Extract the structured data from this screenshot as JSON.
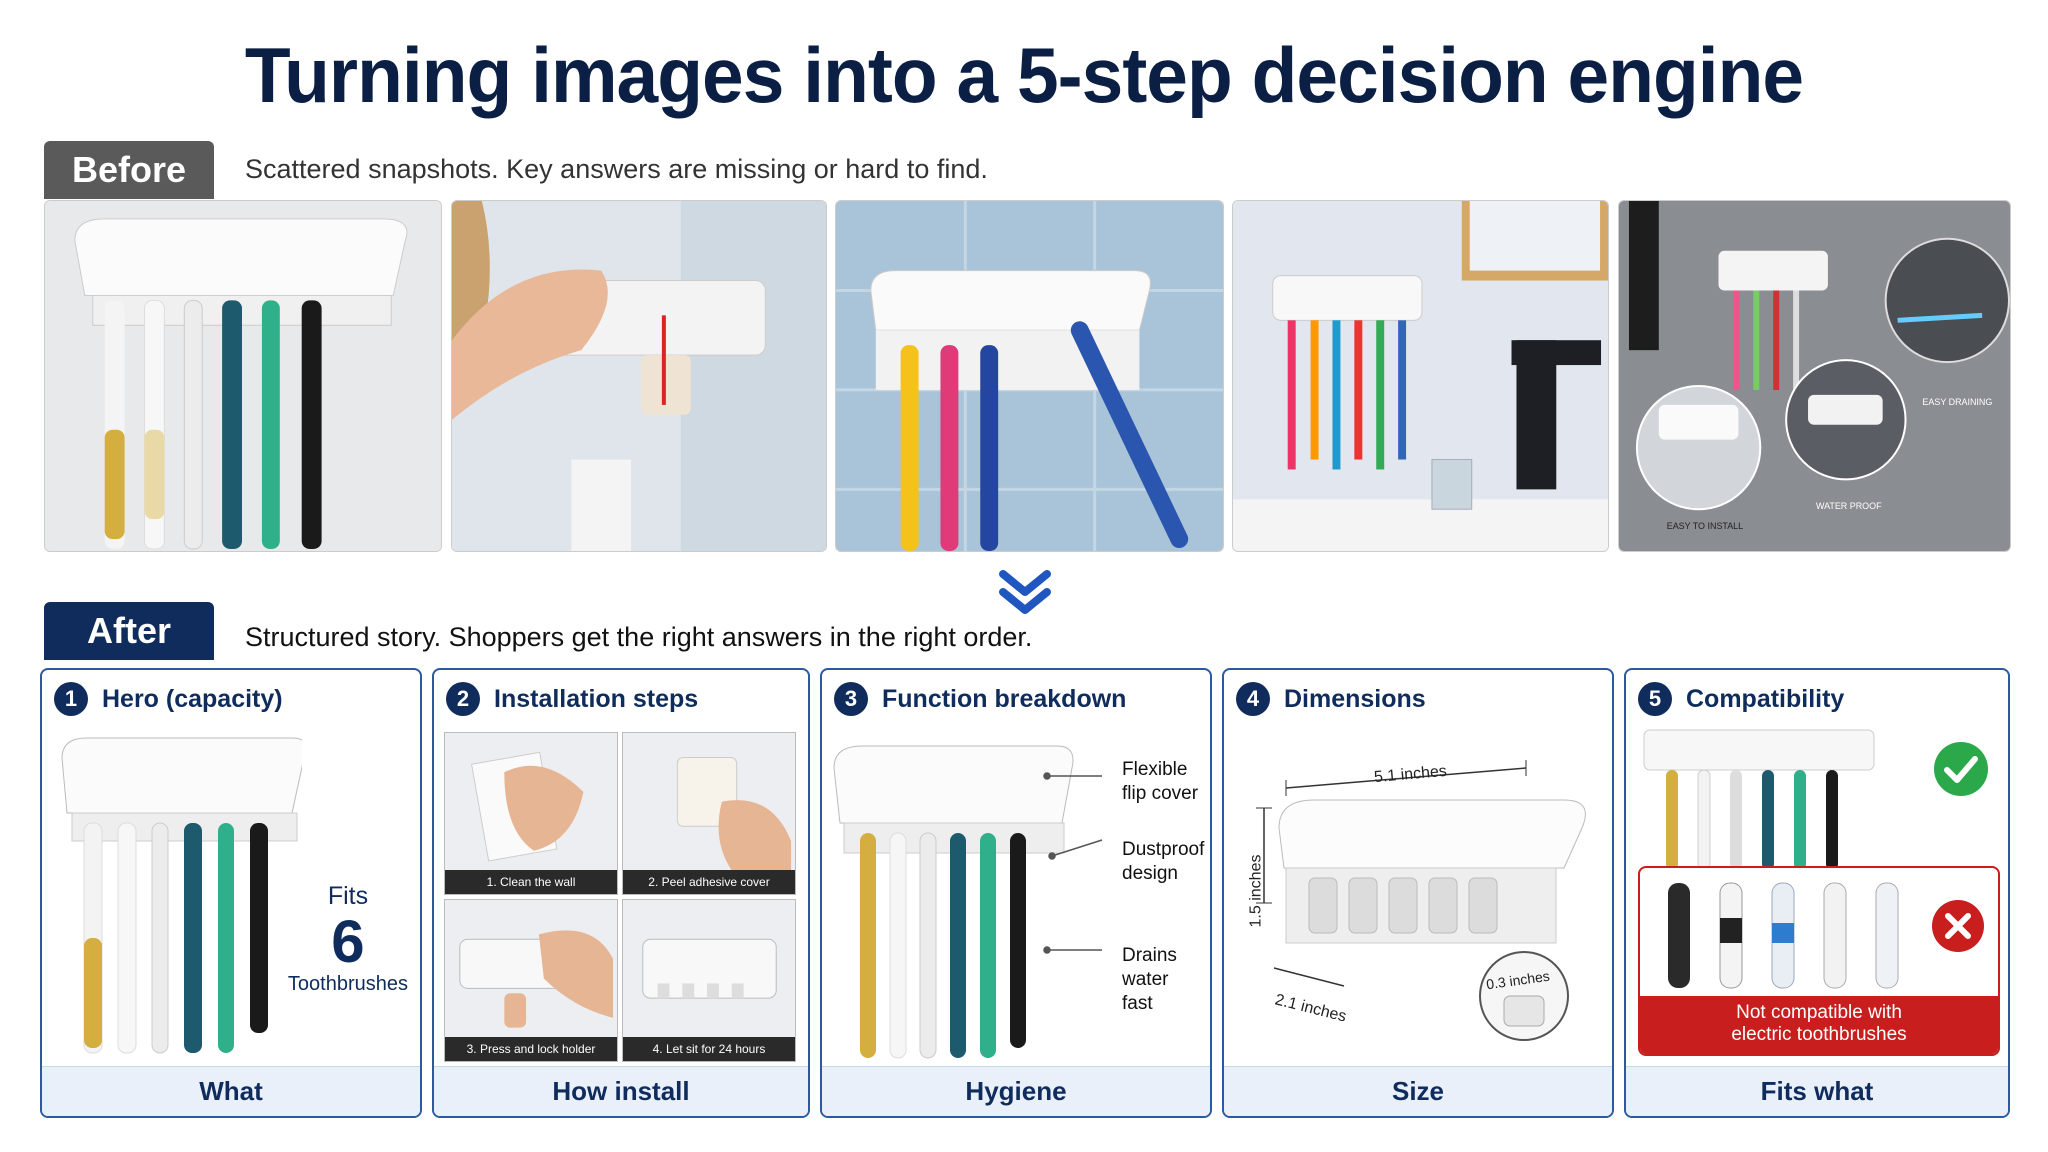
{
  "title": "Turning images into a 5-step decision engine",
  "before": {
    "tag": "Before",
    "subtitle": "Scattered snapshots. Key answers are missing or hard to find.",
    "photos": [
      {
        "name": "product-photo"
      },
      {
        "name": "hand-install-photo"
      },
      {
        "name": "colorful-brushes-photo"
      },
      {
        "name": "bathroom-scene-photo"
      },
      {
        "name": "feature-collage-photo",
        "labels": [
          "EASY DRAINING",
          "WATER PROOF",
          "EASY TO INSTALL"
        ]
      }
    ]
  },
  "after": {
    "tag": "After",
    "subtitle": "Structured story. Shoppers get the right answers in the right order.",
    "panels": [
      {
        "num": "1",
        "title": "Hero (capacity)",
        "footer": "What",
        "fits": {
          "line1": "Fits",
          "line2": "6",
          "line3": "Toothbrushes"
        }
      },
      {
        "num": "2",
        "title": "Installation steps",
        "footer": "How install",
        "steps": [
          "1. Clean the wall",
          "2. Peel adhesive cover",
          "3. Press and lock holder",
          "4. Let sit for 24 hours"
        ]
      },
      {
        "num": "3",
        "title": "Function breakdown",
        "footer": "Hygiene",
        "callouts": [
          {
            "line1": "Flexible",
            "line2": "flip cover"
          },
          {
            "line1": "Dustproof",
            "line2": "design"
          },
          {
            "line1": "Drains",
            "line2": "water",
            "line3": "fast"
          }
        ]
      },
      {
        "num": "4",
        "title": "Dimensions",
        "footer": "Size",
        "dims": {
          "width": "5.1 inches",
          "height": "1.5 inches",
          "depth": "2.1 inches",
          "slot": "0.3 inches"
        }
      },
      {
        "num": "5",
        "title": "Compatibility",
        "footer": "Fits what",
        "warning": {
          "line1": "Not compatible with",
          "line2": "electric toothbrushes"
        }
      }
    ]
  },
  "colors": {
    "navy": "#0f2c5c",
    "accent_blue": "#2b5aa0",
    "green": "#2aa84a",
    "red": "#c81e1e"
  }
}
